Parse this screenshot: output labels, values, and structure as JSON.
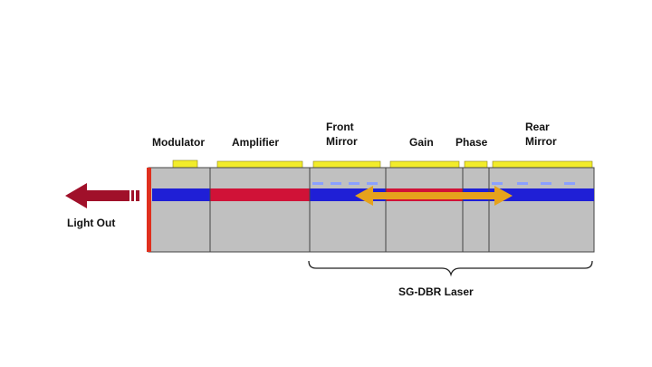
{
  "labels": {
    "modulator": "Modulator",
    "amplifier": "Amplifier",
    "front_mirror_line1": "Front",
    "front_mirror_line2": "Mirror",
    "gain": "Gain",
    "phase": "Phase",
    "rear_mirror_line1": "Rear",
    "rear_mirror_line2": "Mirror",
    "light_out": "Light Out",
    "sg_dbr_laser": "SG-DBR Laser"
  },
  "colors": {
    "substrate": "#c0c0c0",
    "waveguide_passive": "#1f1fd6",
    "waveguide_active": "#d01237",
    "contact": "#f2ec2a",
    "facet": "#e0301e",
    "output_arrow": "#a0102a",
    "cavity_arrow": "#e6a21c",
    "grating": "#8aa0ff",
    "outline": "#444444"
  },
  "icons": {
    "output_arrow": "arrow-left-icon",
    "cavity_arrow": "double-arrow-icon"
  }
}
